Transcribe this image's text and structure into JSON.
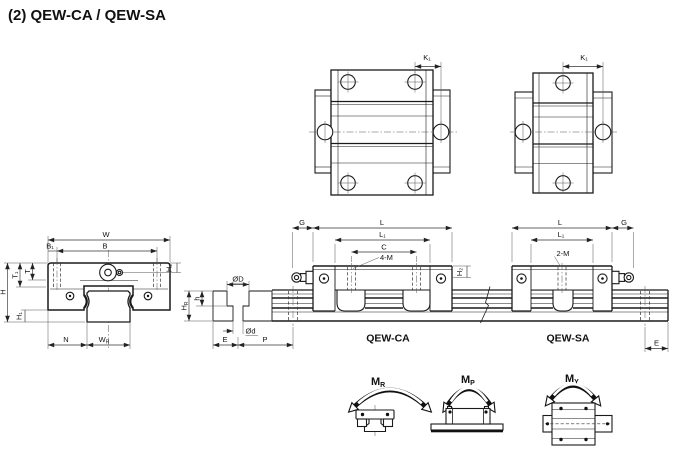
{
  "title": "(2) QEW-CA / QEW-SA",
  "top_view_ca": {
    "k1": "K₁"
  },
  "top_view_sa": {
    "k1": "K₁"
  },
  "front_view": {
    "w": "W",
    "b": "B",
    "b1": "B₁",
    "t": "T",
    "t1": "T₁",
    "h": "H",
    "h1": "H₁",
    "h2": "H₂",
    "n": "N",
    "wr_main": "W",
    "wr_sub": "R"
  },
  "rail_section": {
    "dia_big": "ØD",
    "dia_small": "Ød",
    "h_depth": "h",
    "hr_main": "H",
    "hr_sub": "R",
    "e": "E",
    "p": "P"
  },
  "side_view_ca": {
    "name": "QEW-CA",
    "g": "G",
    "l": "L",
    "l1": "L₁",
    "c": "C",
    "m": "4-M",
    "h2": "H₂"
  },
  "side_view_sa": {
    "name": "QEW-SA",
    "g": "G",
    "l": "L",
    "l1": "L₁",
    "m": "2-M",
    "e": "E"
  },
  "moments": {
    "mr_main": "M",
    "mr_sub": "R",
    "mp_main": "M",
    "mp_sub": "P",
    "my_main": "M",
    "my_sub": "Y"
  }
}
